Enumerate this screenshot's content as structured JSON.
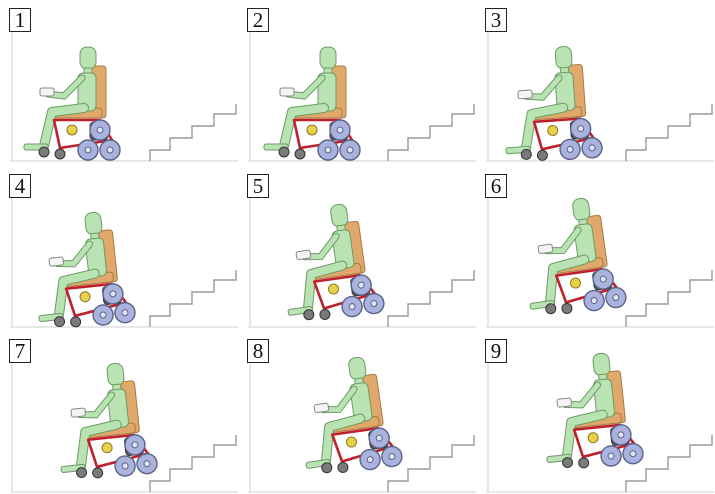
{
  "figure": {
    "panels": [
      {
        "label": "1",
        "step": 0
      },
      {
        "label": "2",
        "step": 1
      },
      {
        "label": "3",
        "step": 2
      },
      {
        "label": "4",
        "step": 3
      },
      {
        "label": "5",
        "step": 4
      },
      {
        "label": "6",
        "step": 5
      },
      {
        "label": "7",
        "step": 6
      },
      {
        "label": "8",
        "step": 7
      },
      {
        "label": "9",
        "step": 8
      }
    ]
  },
  "colors": {
    "body": "#b9e3b3",
    "body_stroke": "#6d9a66",
    "seat": "#e0a86a",
    "frame": "#c0202a",
    "wheel": "#a9b3dd",
    "wheel_stroke": "#5b628a",
    "small_wheel": "#7a7a7a",
    "stairs": "#9a9a9a"
  }
}
